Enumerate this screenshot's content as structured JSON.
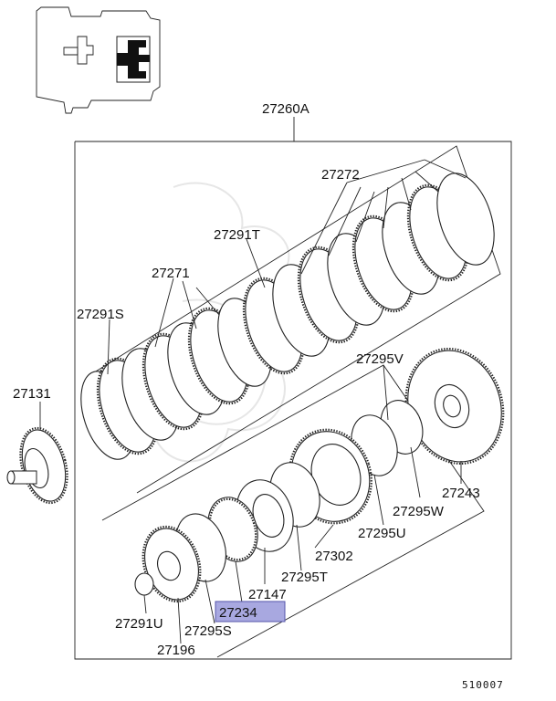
{
  "labels": {
    "assembly": "27260A",
    "p27272": "27272",
    "p27291T": "27291T",
    "p27271": "27271",
    "p27291S": "27291S",
    "p27131": "27131",
    "p27295V": "27295V",
    "p27243": "27243",
    "p27295W": "27295W",
    "p27295U": "27295U",
    "p27302": "27302",
    "p27295T": "27295T",
    "p27147": "27147",
    "p27234": "27234",
    "p27291U": "27291U",
    "p27295S": "27295S",
    "p27196": "27196"
  },
  "highlight_color": "#a8a8e0",
  "diagram_code": "510007"
}
